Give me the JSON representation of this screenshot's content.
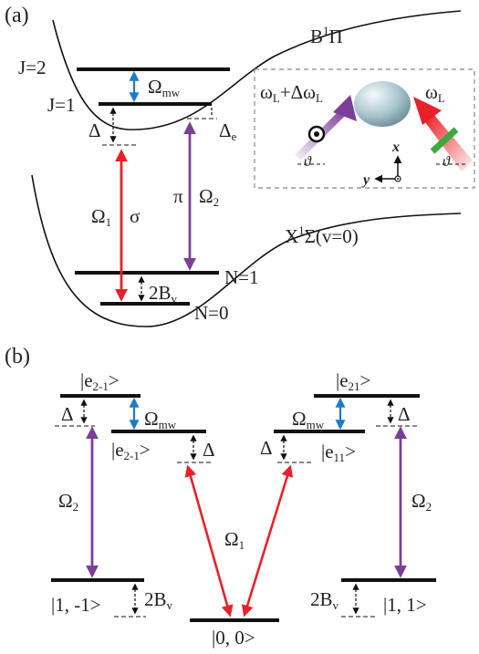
{
  "panel_a": {
    "panel_label": "(a)",
    "excited_state": {
      "base": "B",
      "sup": "1",
      "tail": "Π"
    },
    "ground_state": {
      "base": "X",
      "sup": "1",
      "tail": "Σ(v=0)"
    },
    "levels": {
      "j2": "J=2",
      "j1": "J=1",
      "n1": "N=1",
      "n0": "N=0"
    },
    "omega_mw": {
      "base": "Ω",
      "sub": "mw"
    },
    "delta": "Δ",
    "delta_e": {
      "base": "Δ",
      "sub": "e"
    },
    "omega1": {
      "base": "Ω",
      "sub": "1"
    },
    "sigma": "σ",
    "pi": "π",
    "omega2": {
      "base": "Ω",
      "sub": "2"
    },
    "two_bv": {
      "base": "2B",
      "sub": "v"
    },
    "inset": {
      "left_beam": {
        "a": "ω",
        "a_sub": "L",
        "b": "+Δω",
        "b_sub": "L"
      },
      "right_beam": {
        "a": "ω",
        "a_sub": "L"
      },
      "theta": "ϑ",
      "axis_x": "x",
      "axis_y": "y"
    }
  },
  "panel_b": {
    "panel_label": "(b)",
    "e2m1_top": {
      "text": "|e",
      "sub": "2-1",
      "tail": ">"
    },
    "e2m1_low": {
      "text": "|e",
      "sub": "2-1",
      "tail": ">"
    },
    "e21": {
      "text": "|e",
      "sub": "21",
      "tail": ">"
    },
    "e11": {
      "text": "|e",
      "sub": "11",
      "tail": ">"
    },
    "omega_mw": {
      "base": "Ω",
      "sub": "mw"
    },
    "delta": "Δ",
    "omega1": {
      "base": "Ω",
      "sub": "1"
    },
    "omega2": {
      "base": "Ω",
      "sub": "2"
    },
    "two_bv": {
      "base": "2B",
      "sub": "v"
    },
    "ket_1m1": "|1, -1>",
    "ket_11": "|1, 1>",
    "ket_00": "|0, 0>"
  },
  "colors": {
    "red": "#e8202a",
    "purple": "#7b3f98",
    "blue": "#1f7ac8",
    "green": "#3ea83e",
    "black": "#111111"
  }
}
